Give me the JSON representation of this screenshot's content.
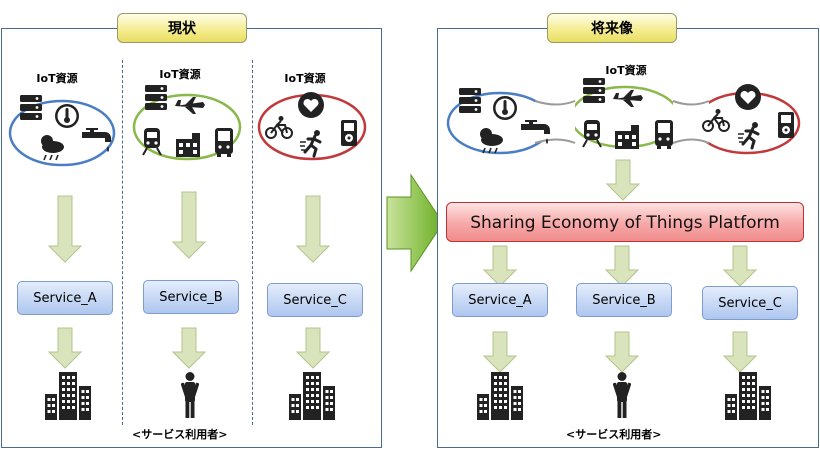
{
  "current": {
    "tab_label": "現状",
    "iot_label": "IoT資源",
    "services": [
      "Service_A",
      "Service_B",
      "Service_C"
    ],
    "users_label": "<サービス利用者>"
  },
  "future": {
    "tab_label": "将来像",
    "iot_label": "IoT資源",
    "platform_label": "Sharing Economy of Things Platform",
    "services": [
      "Service_A",
      "Service_B",
      "Service_C"
    ],
    "users_label": "<サービス利用者>"
  },
  "colors": {
    "panel_border": "#4a6a8e",
    "group_blue": "#4a7ec4",
    "group_green": "#8ab84a",
    "group_red": "#c0393b",
    "arrow_fill": "#d9e4bc",
    "transition_arrow": "#7ab830",
    "platform": "#f4a6a6"
  }
}
